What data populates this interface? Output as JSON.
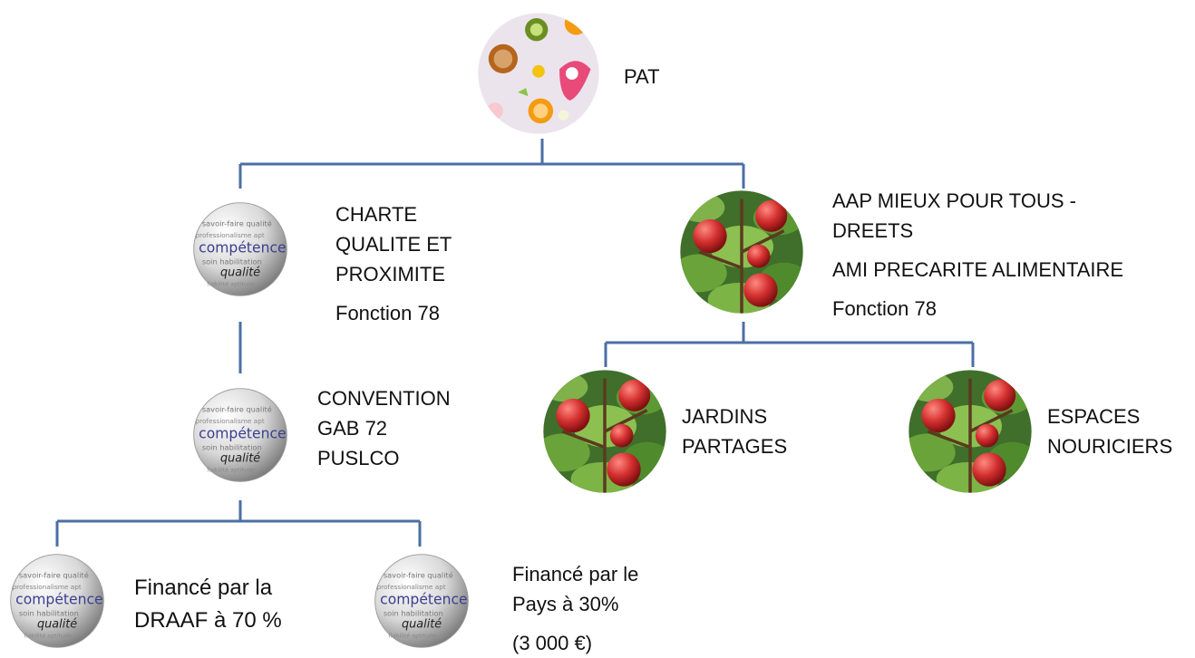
{
  "root": {
    "label": "PAT",
    "image": "fruit-salad-image"
  },
  "left_branch": {
    "charte": {
      "lines": [
        "CHARTE",
        "QUALITE ET",
        "PROXIMITE"
      ],
      "sub": "Fonction 78",
      "image": "competence-sphere-image"
    },
    "convention": {
      "lines": [
        "CONVENTION",
        "GAB 72",
        "PUSLCO"
      ],
      "image": "competence-sphere-image"
    },
    "draaf": {
      "lines": [
        "Financé par la",
        "DRAAF à 70 %"
      ],
      "image": "competence-sphere-image"
    },
    "pays": {
      "lines": [
        "Financé par le",
        "Pays à 30%"
      ],
      "sub": "(3 000 €)",
      "image": "competence-sphere-image"
    }
  },
  "right_branch": {
    "aap": {
      "lines": [
        "AAP MIEUX POUR TOUS  -",
        "DREETS"
      ],
      "line3": "AMI PRECARITE ALIMENTAIRE",
      "sub": "Fonction 78",
      "image": "apple-tree-image"
    },
    "jardins": {
      "lines": [
        "JARDINS",
        "PARTAGES"
      ],
      "image": "apple-tree-image"
    },
    "espaces": {
      "lines": [
        "ESPACES",
        "NOURICIERS"
      ],
      "image": "apple-tree-image"
    }
  },
  "colors": {
    "connector": "#4a6fa5"
  }
}
